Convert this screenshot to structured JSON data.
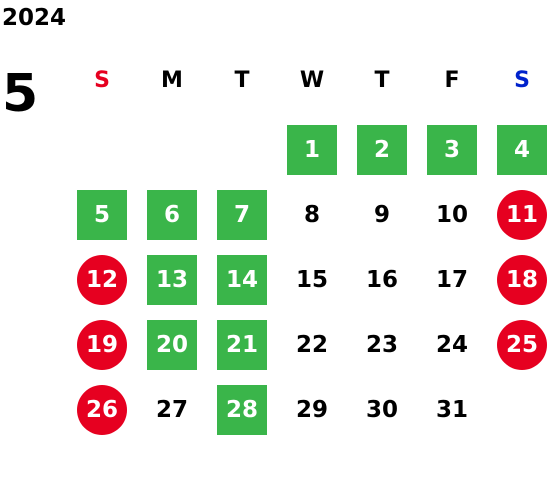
{
  "calendar": {
    "year": "2024",
    "month": "5",
    "weekdays": [
      {
        "label": "S",
        "color": "#e60020"
      },
      {
        "label": "M",
        "color": "#000000"
      },
      {
        "label": "T",
        "color": "#000000"
      },
      {
        "label": "W",
        "color": "#000000"
      },
      {
        "label": "T",
        "color": "#000000"
      },
      {
        "label": "F",
        "color": "#000000"
      },
      {
        "label": "S",
        "color": "#0022cc"
      }
    ],
    "colors": {
      "green": "#3ab54a",
      "red": "#e60020"
    },
    "days": [
      {
        "label": "1",
        "style": "green"
      },
      {
        "label": "2",
        "style": "green"
      },
      {
        "label": "3",
        "style": "green"
      },
      {
        "label": "4",
        "style": "green"
      },
      {
        "label": "5",
        "style": "green"
      },
      {
        "label": "6",
        "style": "green"
      },
      {
        "label": "7",
        "style": "green"
      },
      {
        "label": "8",
        "style": "plain"
      },
      {
        "label": "9",
        "style": "plain"
      },
      {
        "label": "10",
        "style": "plain"
      },
      {
        "label": "11",
        "style": "red"
      },
      {
        "label": "12",
        "style": "red"
      },
      {
        "label": "13",
        "style": "green"
      },
      {
        "label": "14",
        "style": "green"
      },
      {
        "label": "15",
        "style": "plain"
      },
      {
        "label": "16",
        "style": "plain"
      },
      {
        "label": "17",
        "style": "plain"
      },
      {
        "label": "18",
        "style": "red"
      },
      {
        "label": "19",
        "style": "red"
      },
      {
        "label": "20",
        "style": "green"
      },
      {
        "label": "21",
        "style": "green"
      },
      {
        "label": "22",
        "style": "plain"
      },
      {
        "label": "23",
        "style": "plain"
      },
      {
        "label": "24",
        "style": "plain"
      },
      {
        "label": "25",
        "style": "red"
      },
      {
        "label": "26",
        "style": "red"
      },
      {
        "label": "27",
        "style": "plain"
      },
      {
        "label": "28",
        "style": "green"
      },
      {
        "label": "29",
        "style": "plain"
      },
      {
        "label": "30",
        "style": "plain"
      },
      {
        "label": "31",
        "style": "plain"
      }
    ]
  }
}
